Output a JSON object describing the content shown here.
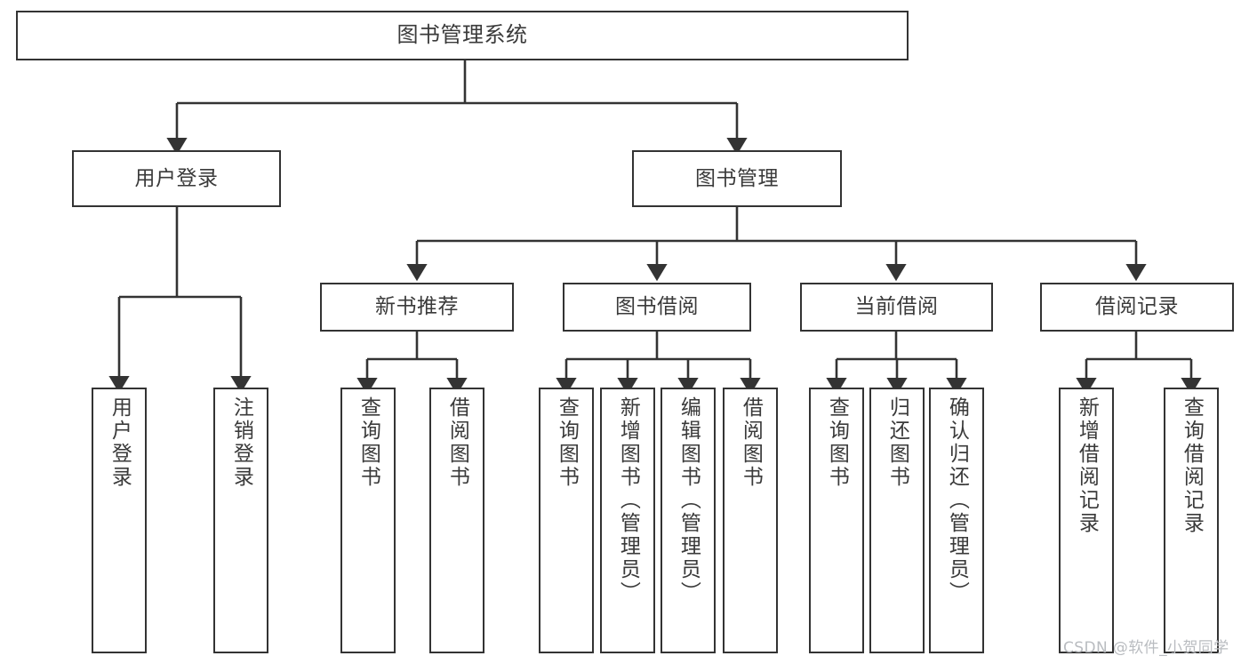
{
  "diagram": {
    "type": "hierarchy-tree",
    "title": "图书管理系统",
    "stroke_color": "#333333",
    "text_color": "#3a3a3a",
    "background_color": "#ffffff",
    "levels": 4,
    "root": {
      "label": "图书管理系统"
    },
    "level2": [
      {
        "label": "用户登录"
      },
      {
        "label": "图书管理"
      }
    ],
    "level3": [
      {
        "label": "新书推荐"
      },
      {
        "label": "图书借阅"
      },
      {
        "label": "当前借阅"
      },
      {
        "label": "借阅记录"
      }
    ],
    "leaves": {
      "user_login": [
        {
          "label": "用户登录"
        },
        {
          "label": "注销登录"
        }
      ],
      "new_book_recommend": [
        {
          "label": "查询图书"
        },
        {
          "label": "借阅图书"
        }
      ],
      "book_borrow": [
        {
          "label": "查询图书"
        },
        {
          "label": "新增图书（管理员）"
        },
        {
          "label": "编辑图书（管理员）"
        },
        {
          "label": "借阅图书"
        }
      ],
      "current_borrow": [
        {
          "label": "查询图书"
        },
        {
          "label": "归还图书"
        },
        {
          "label": "确认归还（管理员）"
        }
      ],
      "borrow_record": [
        {
          "label": "新增借阅记录"
        },
        {
          "label": "查询借阅记录"
        }
      ]
    }
  },
  "watermark": {
    "text": "CSDN @软件_小贺同学"
  }
}
